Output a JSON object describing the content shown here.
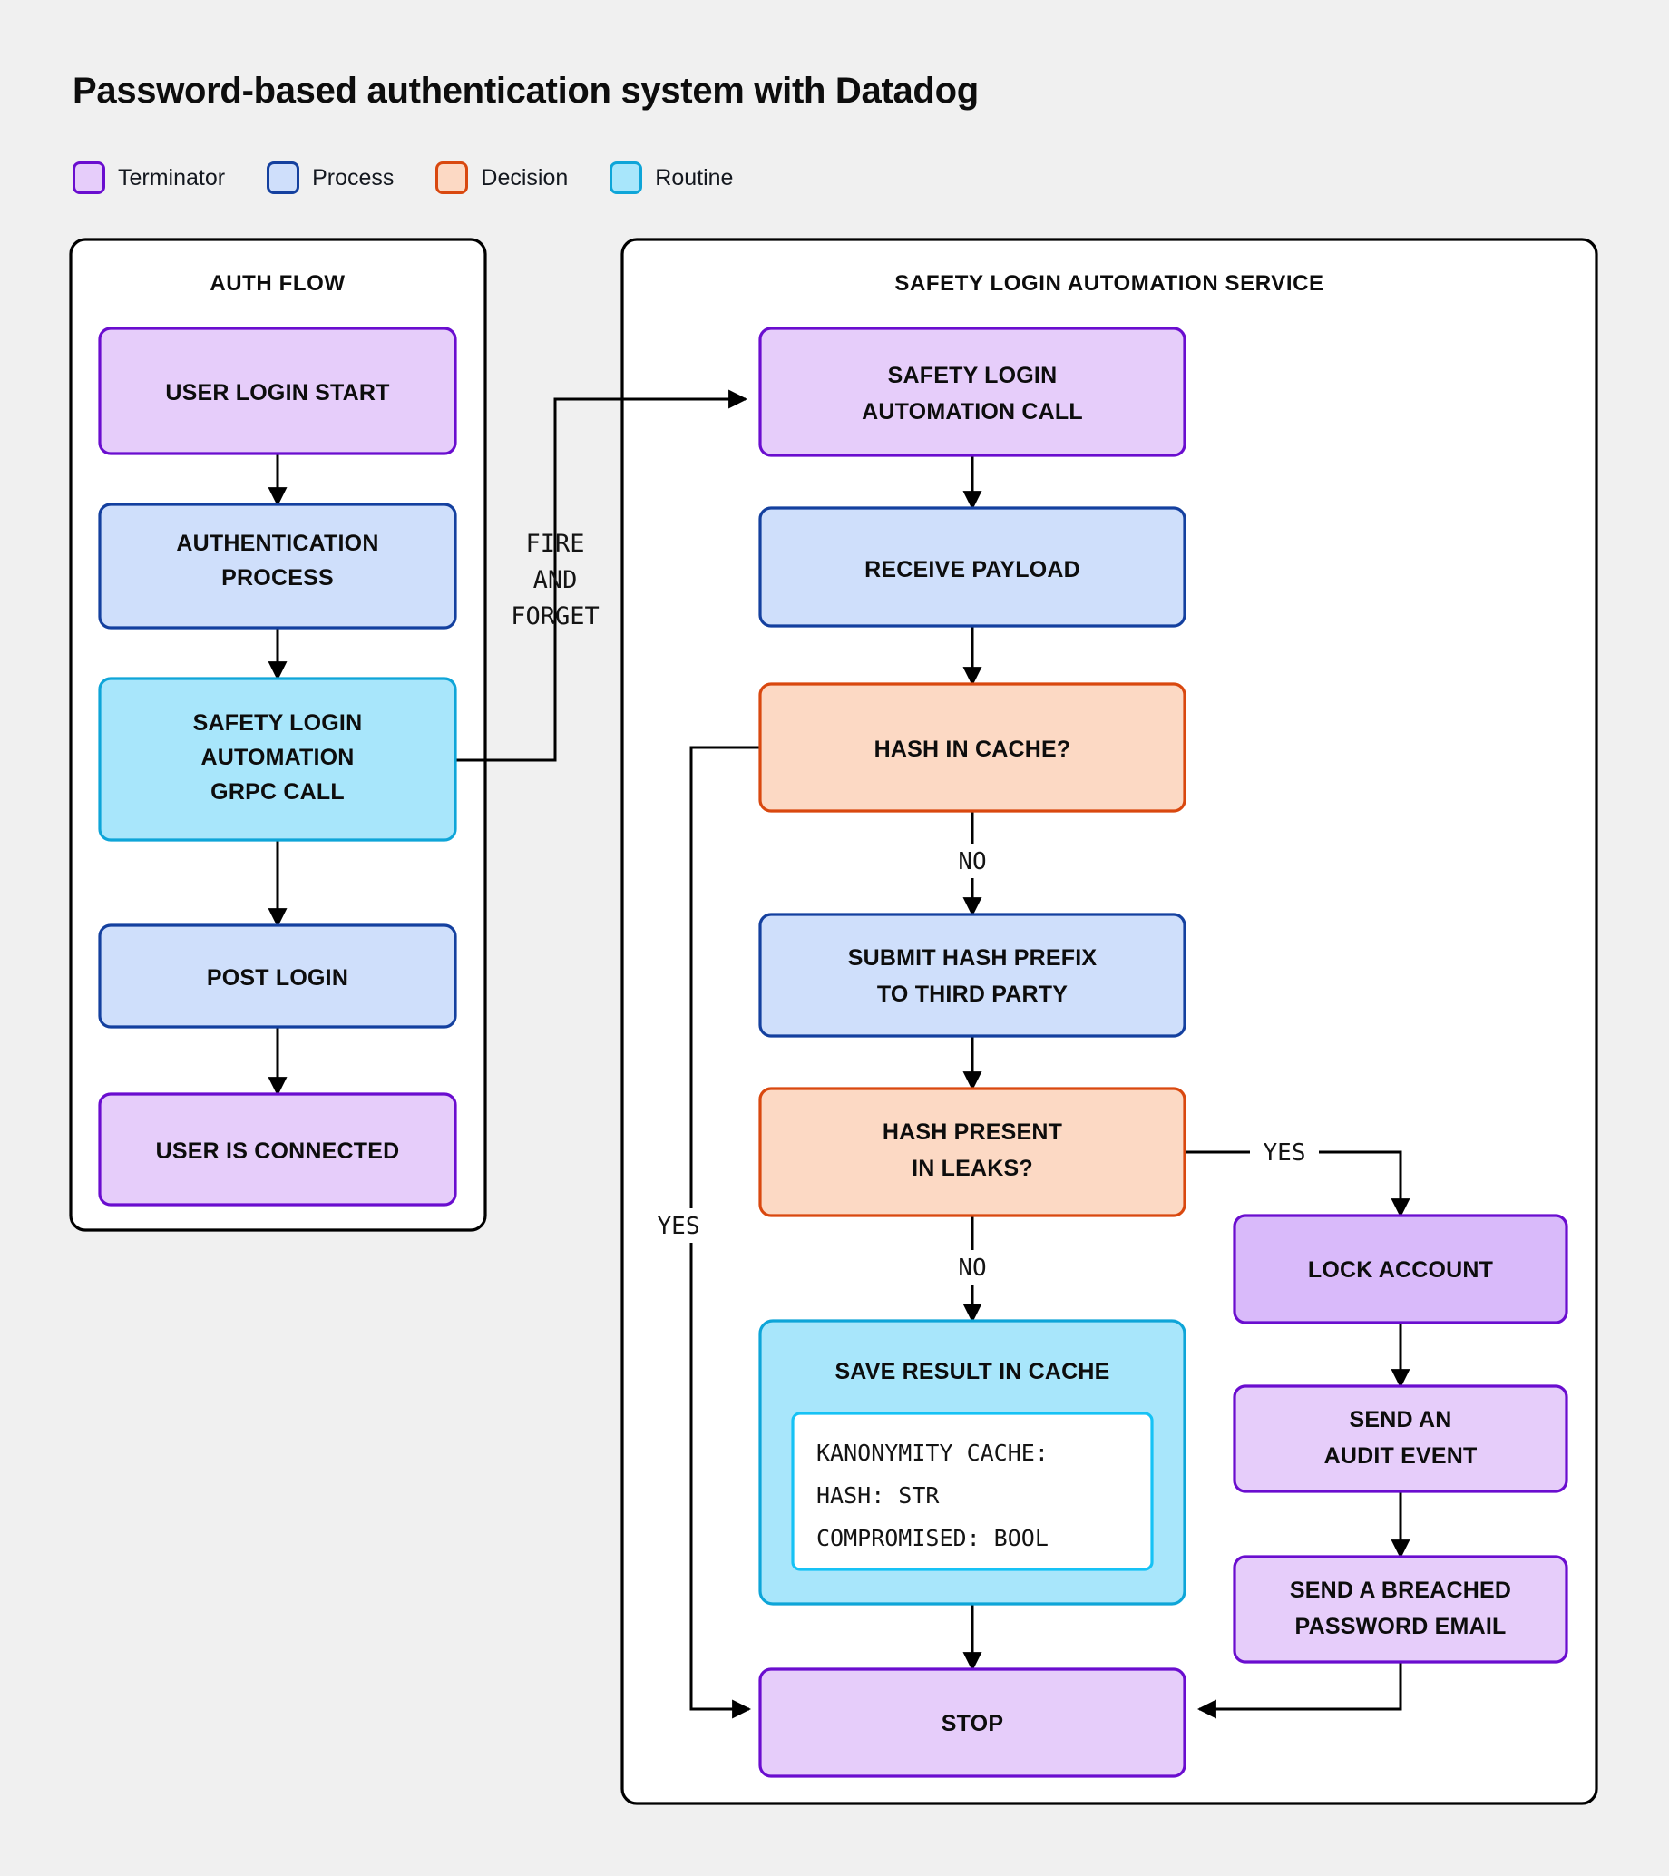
{
  "page": {
    "title": "Password-based authentication system with Datadog",
    "background_color": "#f0f0f0"
  },
  "legend": {
    "items": [
      {
        "label": "Terminator",
        "fill": "#e6cdfa",
        "stroke": "#6a0dcf"
      },
      {
        "label": "Process",
        "fill": "#cfdffb",
        "stroke": "#14409f"
      },
      {
        "label": "Decision",
        "fill": "#fcd9c4",
        "stroke": "#d9480f"
      },
      {
        "label": "Routine",
        "fill": "#a8e6fb",
        "stroke": "#0ea5d8"
      }
    ]
  },
  "panels": [
    {
      "id": "auth-flow",
      "title": "AUTH FLOW"
    },
    {
      "id": "safety-login-automation-service",
      "title": "SAFETY LOGIN AUTOMATION SERVICE"
    }
  ],
  "nodes": {
    "user_login_start": {
      "label": "USER LOGIN START",
      "type": "Terminator"
    },
    "authentication_process": {
      "label": "AUTHENTICATION\nPROCESS",
      "type": "Process"
    },
    "safety_login_grpc": {
      "label": "SAFETY LOGIN\nAUTOMATION\nGRPC CALL",
      "type": "Routine"
    },
    "post_login": {
      "label": "POST LOGIN",
      "type": "Process"
    },
    "user_is_connected": {
      "label": "USER IS CONNECTED",
      "type": "Terminator"
    },
    "safety_login_call": {
      "label": "SAFETY LOGIN\nAUTOMATION CALL",
      "type": "Terminator"
    },
    "receive_payload": {
      "label": "RECEIVE PAYLOAD",
      "type": "Process"
    },
    "hash_in_cache": {
      "label": "HASH IN CACHE?",
      "type": "Decision"
    },
    "submit_hash_prefix": {
      "label": "SUBMIT HASH PREFIX\nTO THIRD PARTY",
      "type": "Process"
    },
    "hash_present_leaks": {
      "label": "HASH PRESENT\nIN LEAKS?",
      "type": "Decision"
    },
    "save_result_cache": {
      "label": "SAVE RESULT IN CACHE",
      "type": "Routine",
      "code": [
        "KANONYMITY CACHE:",
        "HASH: STR",
        "COMPROMISED: BOOL"
      ]
    },
    "lock_account": {
      "label": "LOCK ACCOUNT",
      "type": "Terminator"
    },
    "send_audit_event": {
      "label": "SEND AN\nAUDIT EVENT",
      "type": "Terminator"
    },
    "send_breached_email": {
      "label": "SEND A BREACHED\nPASSWORD EMAIL",
      "type": "Terminator"
    },
    "stop": {
      "label": "STOP",
      "type": "Terminator"
    }
  },
  "edge_labels": {
    "fire_and_forget": "FIRE\nAND\nFORGET",
    "cache_no": "NO",
    "cache_yes": "YES",
    "leaks_no": "NO",
    "leaks_yes": "YES"
  },
  "colors": {
    "terminator_fill": "#e6cdfa",
    "terminator_stroke": "#6a0dcf",
    "process_fill": "#cfdffb",
    "process_stroke": "#14409f",
    "decision_fill": "#fcd9c4",
    "decision_stroke": "#d9480f",
    "routine_fill": "#a8e6fb",
    "routine_stroke": "#0ea5d8",
    "edge": "#000000",
    "panel_fill": "#ffffff",
    "panel_stroke": "#000000"
  }
}
